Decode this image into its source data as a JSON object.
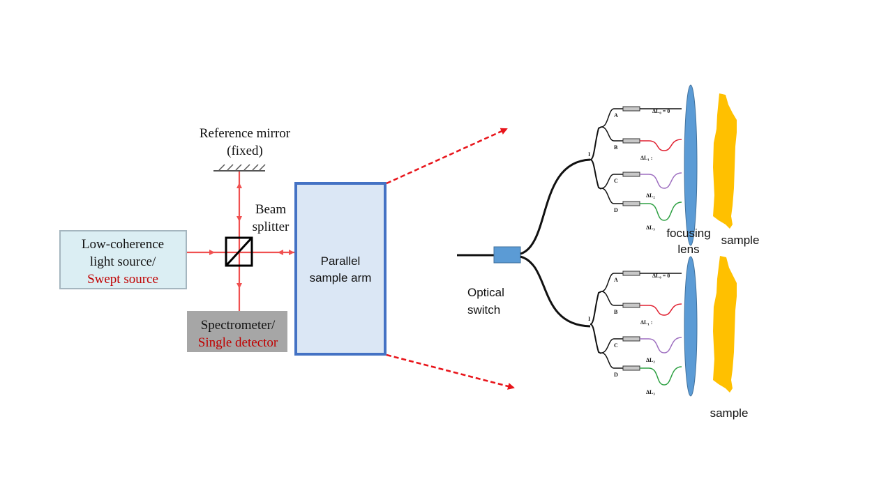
{
  "diagram": {
    "title": "Parallel OCT system with optical switch",
    "colors": {
      "beam": "#f05050",
      "dashed_arrow": "#e8141a",
      "source_box_fill": "#dbeef3",
      "source_box_border": "#a5b6bf",
      "detector_box_fill": "#a6a6a6",
      "sample_arm_fill": "#dbe7f5",
      "sample_arm_border": "#4472c4",
      "switch_fill": "#5b9bd5",
      "lens_fill": "#5b9bd5",
      "sample_fill": "#ffc000",
      "accent_red_text": "#c00000",
      "fiber_black": "#111111",
      "fiber_red": "#e02030",
      "fiber_purple": "#9e6fc0",
      "fiber_green": "#2ea043",
      "collimator_fill": "#c8c8c8"
    },
    "left": {
      "reference_mirror": {
        "line1": "Reference mirror",
        "line2": "(fixed)"
      },
      "beam_splitter": {
        "line1": "Beam",
        "line2": "splitter"
      },
      "light_source": {
        "line1": "Low-coherence",
        "line2": "light source/",
        "line3": "Swept source"
      },
      "detector": {
        "line1": "Spectrometer/",
        "line2": "Single detector"
      },
      "sample_arm": {
        "line1": "Parallel",
        "line2": "sample arm"
      }
    },
    "right": {
      "optical_switch": {
        "line1": "Optical",
        "line2": "switch"
      },
      "focusing_lens": {
        "line1": "focusing",
        "line2": "lens"
      },
      "sample_top_label": "sample",
      "sample_bottom_label": "sample",
      "branches": [
        {
          "coupler_label": "I",
          "channels": [
            {
              "label": "A",
              "delay_label": "ΔL₀ = 0",
              "color_key": "fiber_black"
            },
            {
              "label": "B",
              "delay_label": "ΔL₁ :",
              "color_key": "fiber_red"
            },
            {
              "label": "C",
              "delay_label": "ΔL₂",
              "color_key": "fiber_purple"
            },
            {
              "label": "D",
              "delay_label": "ΔL₃",
              "color_key": "fiber_green"
            }
          ]
        },
        {
          "coupler_label": "I",
          "channels": [
            {
              "label": "A",
              "delay_label": "ΔL₀ = 0",
              "color_key": "fiber_black"
            },
            {
              "label": "B",
              "delay_label": "ΔL₁ :",
              "color_key": "fiber_red"
            },
            {
              "label": "C",
              "delay_label": "ΔL₂",
              "color_key": "fiber_purple"
            },
            {
              "label": "D",
              "delay_label": "ΔL₃",
              "color_key": "fiber_green"
            }
          ]
        }
      ]
    }
  }
}
